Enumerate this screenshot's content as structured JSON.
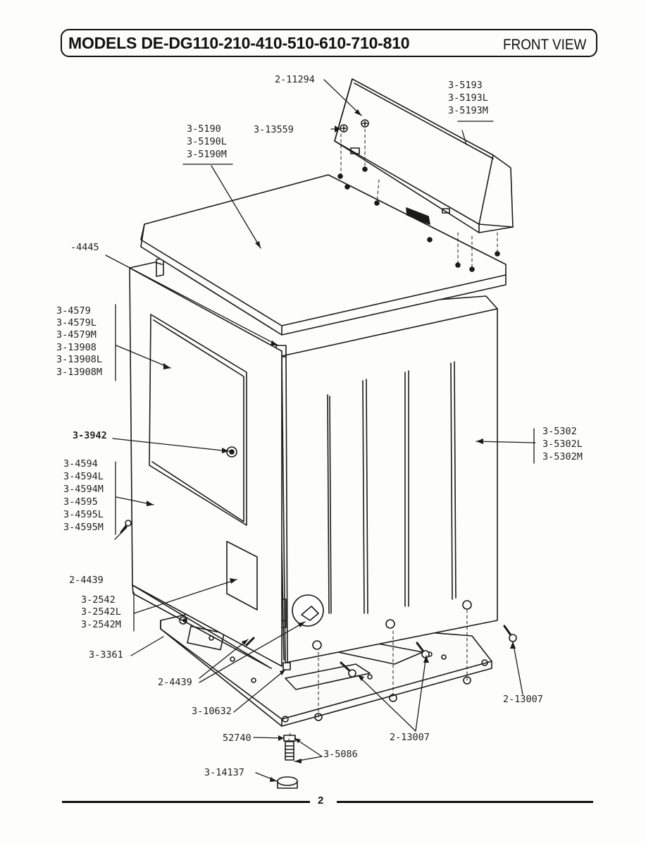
{
  "header": {
    "title": "MODELS DE-DG110-210-410-510-610-710-810",
    "view": "FRONT VIEW"
  },
  "labels": {
    "p_2_11294": "2-11294",
    "p_3_13559": "3-13559",
    "p_3_5193": "3-5193",
    "p_3_5193L": "3-5193L",
    "p_3_5193M": "3-5193M",
    "p_3_5190": "3-5190",
    "p_3_5190L": "3-5190L",
    "p_3_5190M": "3-5190M",
    "p_4445": "-4445",
    "p_3_4579": "3-4579",
    "p_3_4579L": "3-4579L",
    "p_3_4579M": "3-4579M",
    "p_3_13908": "3-13908",
    "p_3_13908L": "3-13908L",
    "p_3_13908M": "3-13908M",
    "p_3_3942": "3-3942",
    "p_3_4594": "3-4594",
    "p_3_4594L": "3-4594L",
    "p_3_4594M": "3-4594M",
    "p_3_4595": "3-4595",
    "p_3_4595L": "3-4595L",
    "p_3_4595M": "3-4595M",
    "p_2_4439_a": "2-4439",
    "p_3_2542": "3-2542",
    "p_3_2542L": "3-2542L",
    "p_3_2542M": "3-2542M",
    "p_3_3361": "3-3361",
    "p_2_4439_b": "2-4439",
    "p_3_10632": "3-10632",
    "p_52740": "52740",
    "p_3_5086": "3-5086",
    "p_3_14137": "3-14137",
    "p_2_13007_a": "2-13007",
    "p_2_13007_b": "2-13007",
    "p_3_5302": "3-5302",
    "p_3_5302L": "3-5302L",
    "p_3_5302M": "3-5302M"
  },
  "footer": {
    "page_number": "2"
  }
}
